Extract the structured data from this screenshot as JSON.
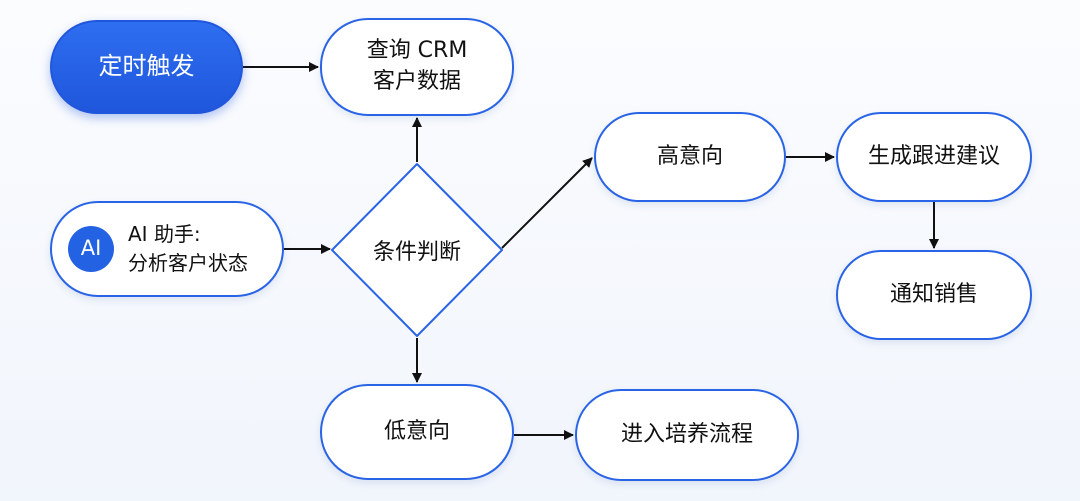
{
  "nodes": {
    "trigger": "定时触发",
    "query_line1": "查询 CRM",
    "query_line2": "客户数据",
    "ai_badge": "AI",
    "ai_line1": "AI 助手:",
    "ai_line2": "分析客户状态",
    "condition": "条件判断",
    "high_intent": "高意向",
    "suggest": "生成跟进建议",
    "notify": "通知销售",
    "low_intent": "低意向",
    "nurture": "进入培养流程"
  },
  "colors": {
    "accent": "#2a64e6",
    "start_fill": "#1f56dc",
    "arrow": "#111111",
    "node_fill": "#ffffff"
  }
}
